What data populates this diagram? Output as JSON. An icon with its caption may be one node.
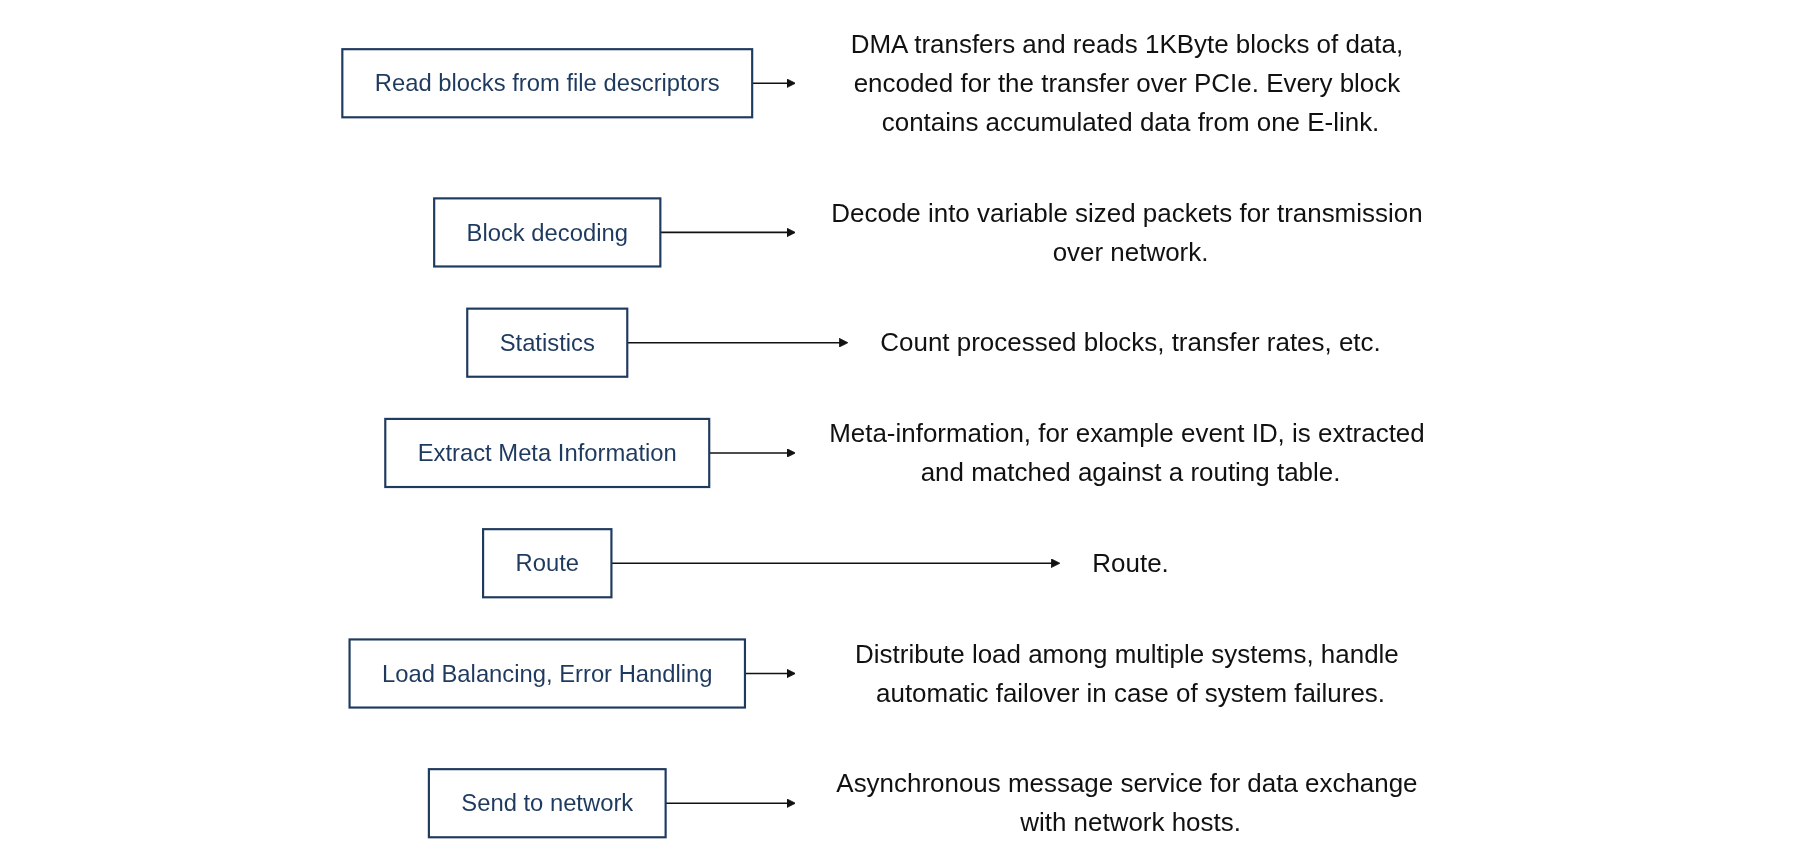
{
  "diagram": {
    "nodes": [
      {
        "text": [
          "Read blocks from file descriptors"
        ]
      },
      {
        "text": [
          "DMA transfers and reads 1KByte blocks of data, encoded for the transfer over PCIe. Every block contains accumulated data from one E-link."
        ]
      },
      {
        "text": [
          "Block decoding"
        ]
      },
      {
        "text": [
          "Decode into variable sized packets for transmission over network."
        ]
      },
      {
        "text": [
          "Statistics"
        ]
      },
      {
        "text": [
          "Count processed blocks, transfer rates, etc."
        ]
      },
      {
        "text": [
          "Extract Meta Information"
        ]
      },
      {
        "text": [
          "Meta-information, for example event ID, is extracted and matched against a routing table."
        ]
      },
      {
        "text": [
          "Route"
        ]
      },
      {
        "text": [
          "Route."
        ]
      },
      {
        "text": [
          "Load Balancing, Error Handling"
        ]
      },
      {
        "text": [
          "Distribute load among multiple systems, handle automatic failover in case of system failures."
        ]
      },
      {
        "text": [
          "Send to network"
        ]
      },
      {
        "text": [
          "Asynchronous message service for data exchange with network hosts."
        ]
      }
    ],
    "edges": [
      {
        "from": 0,
        "to": 1,
        "arrow": "to"
      },
      {
        "from": 2,
        "to": 3,
        "arrow": "to"
      },
      {
        "from": 4,
        "to": 5,
        "arrow": "to"
      },
      {
        "from": 6,
        "to": 7,
        "arrow": "to"
      },
      {
        "from": 8,
        "to": 9,
        "arrow": "to"
      },
      {
        "from": 10,
        "to": 11,
        "arrow": "to"
      },
      {
        "from": 12,
        "to": 13,
        "arrow": "to"
      }
    ]
  }
}
